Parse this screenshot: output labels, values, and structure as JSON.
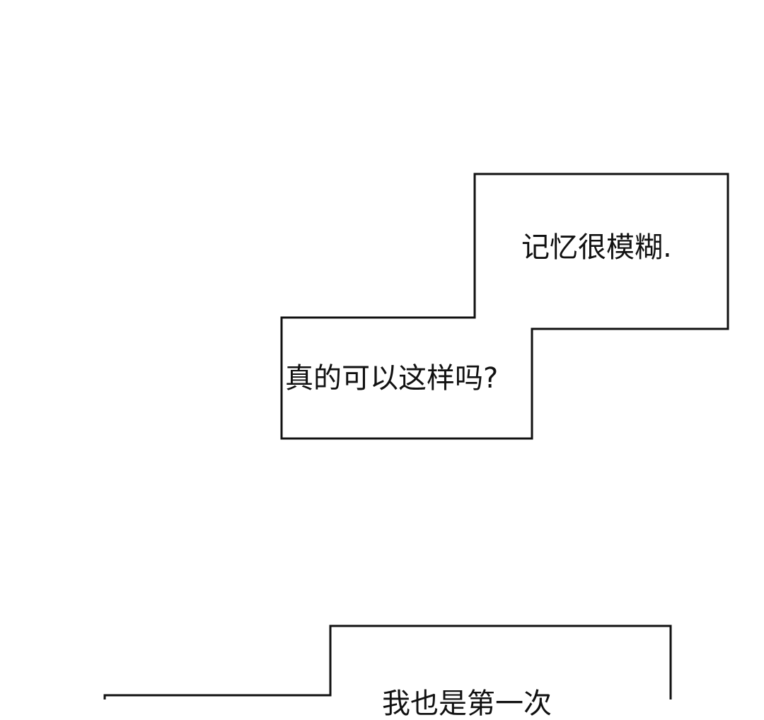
{
  "panel": {
    "bubbles": [
      {
        "text": "记忆很模糊."
      },
      {
        "text": "真的可以这样吗?"
      },
      {
        "text": "我也是第一次"
      }
    ],
    "colors": {
      "stroke": "#111111",
      "background": "#ffffff"
    }
  }
}
